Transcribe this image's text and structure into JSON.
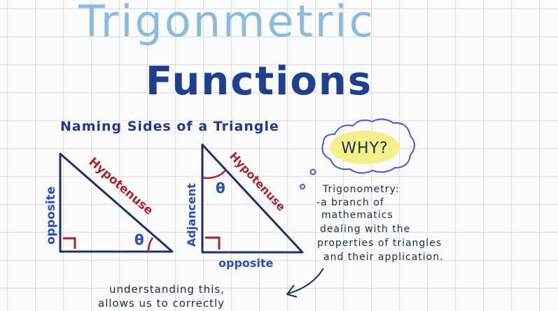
{
  "title_line1": "Trigonmetric",
  "title_line2": "Functions",
  "subtitle": "Naming Sides of a Triangle",
  "triangle1": {
    "side_left": "opposite",
    "side_hypotenuse": "Hypotenuse",
    "angle": "θ"
  },
  "triangle2": {
    "side_left": "Adjancent",
    "side_hypotenuse": "Hypotenuse",
    "side_bottom": "opposite",
    "angle": "θ"
  },
  "bubble": {
    "text": "WHY?"
  },
  "definition": {
    "heading": "Trigonometry:",
    "lines": [
      "-a branch of",
      "mathematics",
      "dealing with the",
      "properties of triangles",
      "and their application."
    ]
  },
  "bottom_note": {
    "lines": [
      "understanding this,",
      "allows us to correctly"
    ]
  },
  "colors": {
    "title_light": "#8cbbe0",
    "title_dark": "#1f3f8f",
    "triangle_stroke": "#1e2f6e",
    "label_blue": "#2b4fb0",
    "label_red": "#a8242e",
    "bubble_fill": "#f4f08a",
    "bubble_stroke": "#4a5bd0"
  }
}
